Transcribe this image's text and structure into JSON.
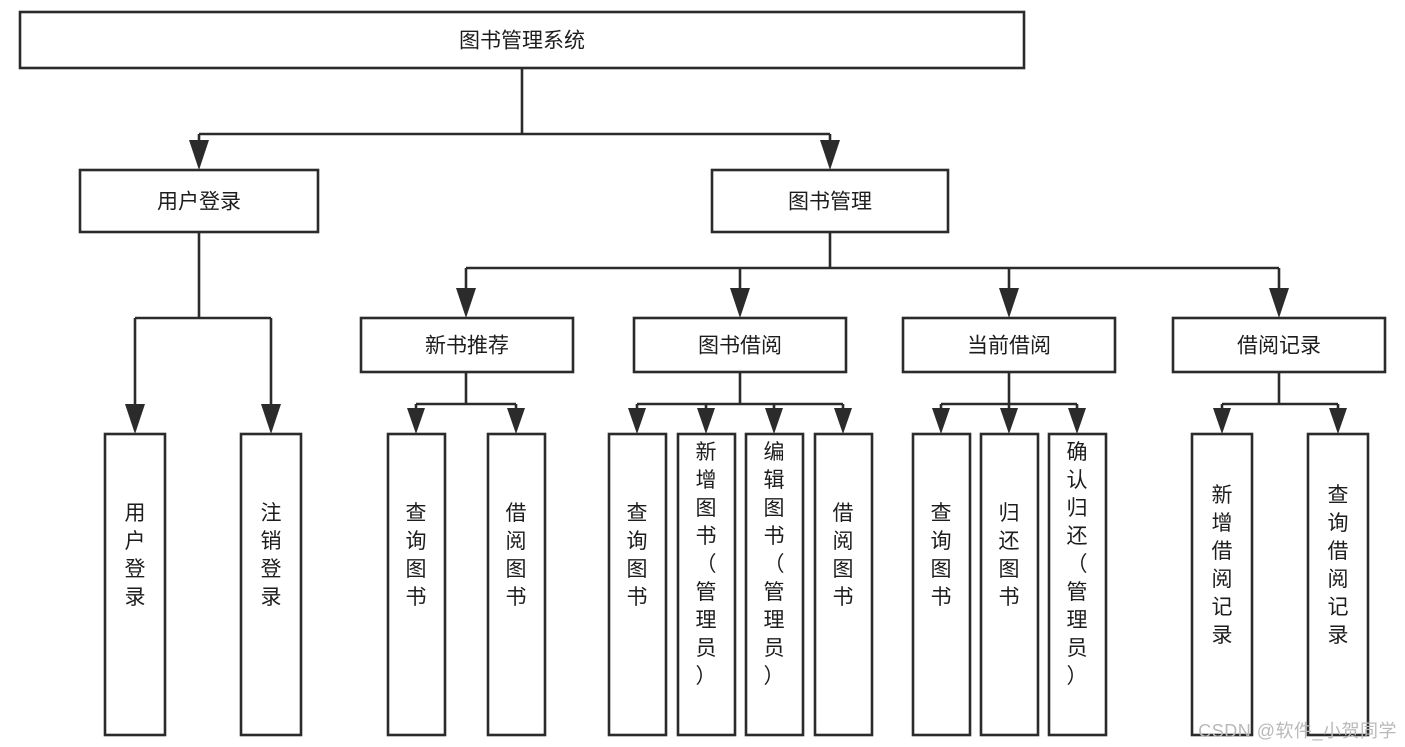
{
  "diagram": {
    "type": "tree",
    "title": "图书管理系统",
    "orientation": "top-down",
    "levels": 3,
    "colors": {
      "background": "#ffffff",
      "box_fill": "#ffffff",
      "box_stroke": "#2b2b2b",
      "text": "#1d1d1d",
      "watermark": "#b9b9b9"
    },
    "root": {
      "id": "root",
      "label": "图书管理系统",
      "text_orientation": "horizontal"
    },
    "level2": [
      {
        "id": "user-login",
        "label": "用户登录",
        "text_orientation": "horizontal"
      },
      {
        "id": "book-management",
        "label": "图书管理",
        "text_orientation": "horizontal"
      }
    ],
    "level3": [
      {
        "id": "new-book-recommend",
        "label": "新书推荐",
        "parent": "book-management",
        "text_orientation": "horizontal"
      },
      {
        "id": "book-borrow",
        "label": "图书借阅",
        "parent": "book-management",
        "text_orientation": "horizontal"
      },
      {
        "id": "current-borrow",
        "label": "当前借阅",
        "parent": "book-management",
        "text_orientation": "horizontal"
      },
      {
        "id": "borrow-record",
        "label": "借阅记录",
        "parent": "book-management",
        "text_orientation": "horizontal"
      }
    ],
    "leaves": [
      {
        "id": "leaf-user-login",
        "label": "用户登录",
        "parent": "user-login",
        "text_orientation": "vertical"
      },
      {
        "id": "leaf-user-logout",
        "label": "注销登录",
        "parent": "user-login",
        "text_orientation": "vertical"
      },
      {
        "id": "leaf-query-book-1",
        "label": "查询图书",
        "parent": "new-book-recommend",
        "text_orientation": "vertical"
      },
      {
        "id": "leaf-borrow-book-1",
        "label": "借阅图书",
        "parent": "new-book-recommend",
        "text_orientation": "vertical"
      },
      {
        "id": "leaf-query-book-2",
        "label": "查询图书",
        "parent": "book-borrow",
        "text_orientation": "vertical"
      },
      {
        "id": "leaf-add-book",
        "label": "新增图书（管理员）",
        "parent": "book-borrow",
        "text_orientation": "vertical"
      },
      {
        "id": "leaf-edit-book",
        "label": "编辑图书（管理员）",
        "parent": "book-borrow",
        "text_orientation": "vertical"
      },
      {
        "id": "leaf-borrow-book-2",
        "label": "借阅图书",
        "parent": "book-borrow",
        "text_orientation": "vertical"
      },
      {
        "id": "leaf-query-book-3",
        "label": "查询图书",
        "parent": "current-borrow",
        "text_orientation": "vertical"
      },
      {
        "id": "leaf-return-book",
        "label": "归还图书",
        "parent": "current-borrow",
        "text_orientation": "vertical"
      },
      {
        "id": "leaf-confirm-return",
        "label": "确认归还（管理员）",
        "parent": "current-borrow",
        "text_orientation": "vertical"
      },
      {
        "id": "leaf-add-record",
        "label": "新增借阅记录",
        "parent": "borrow-record",
        "text_orientation": "vertical"
      },
      {
        "id": "leaf-query-record",
        "label": "查询借阅记录",
        "parent": "borrow-record",
        "text_orientation": "vertical"
      }
    ],
    "watermark": "CSDN @软件_小贺同学"
  }
}
